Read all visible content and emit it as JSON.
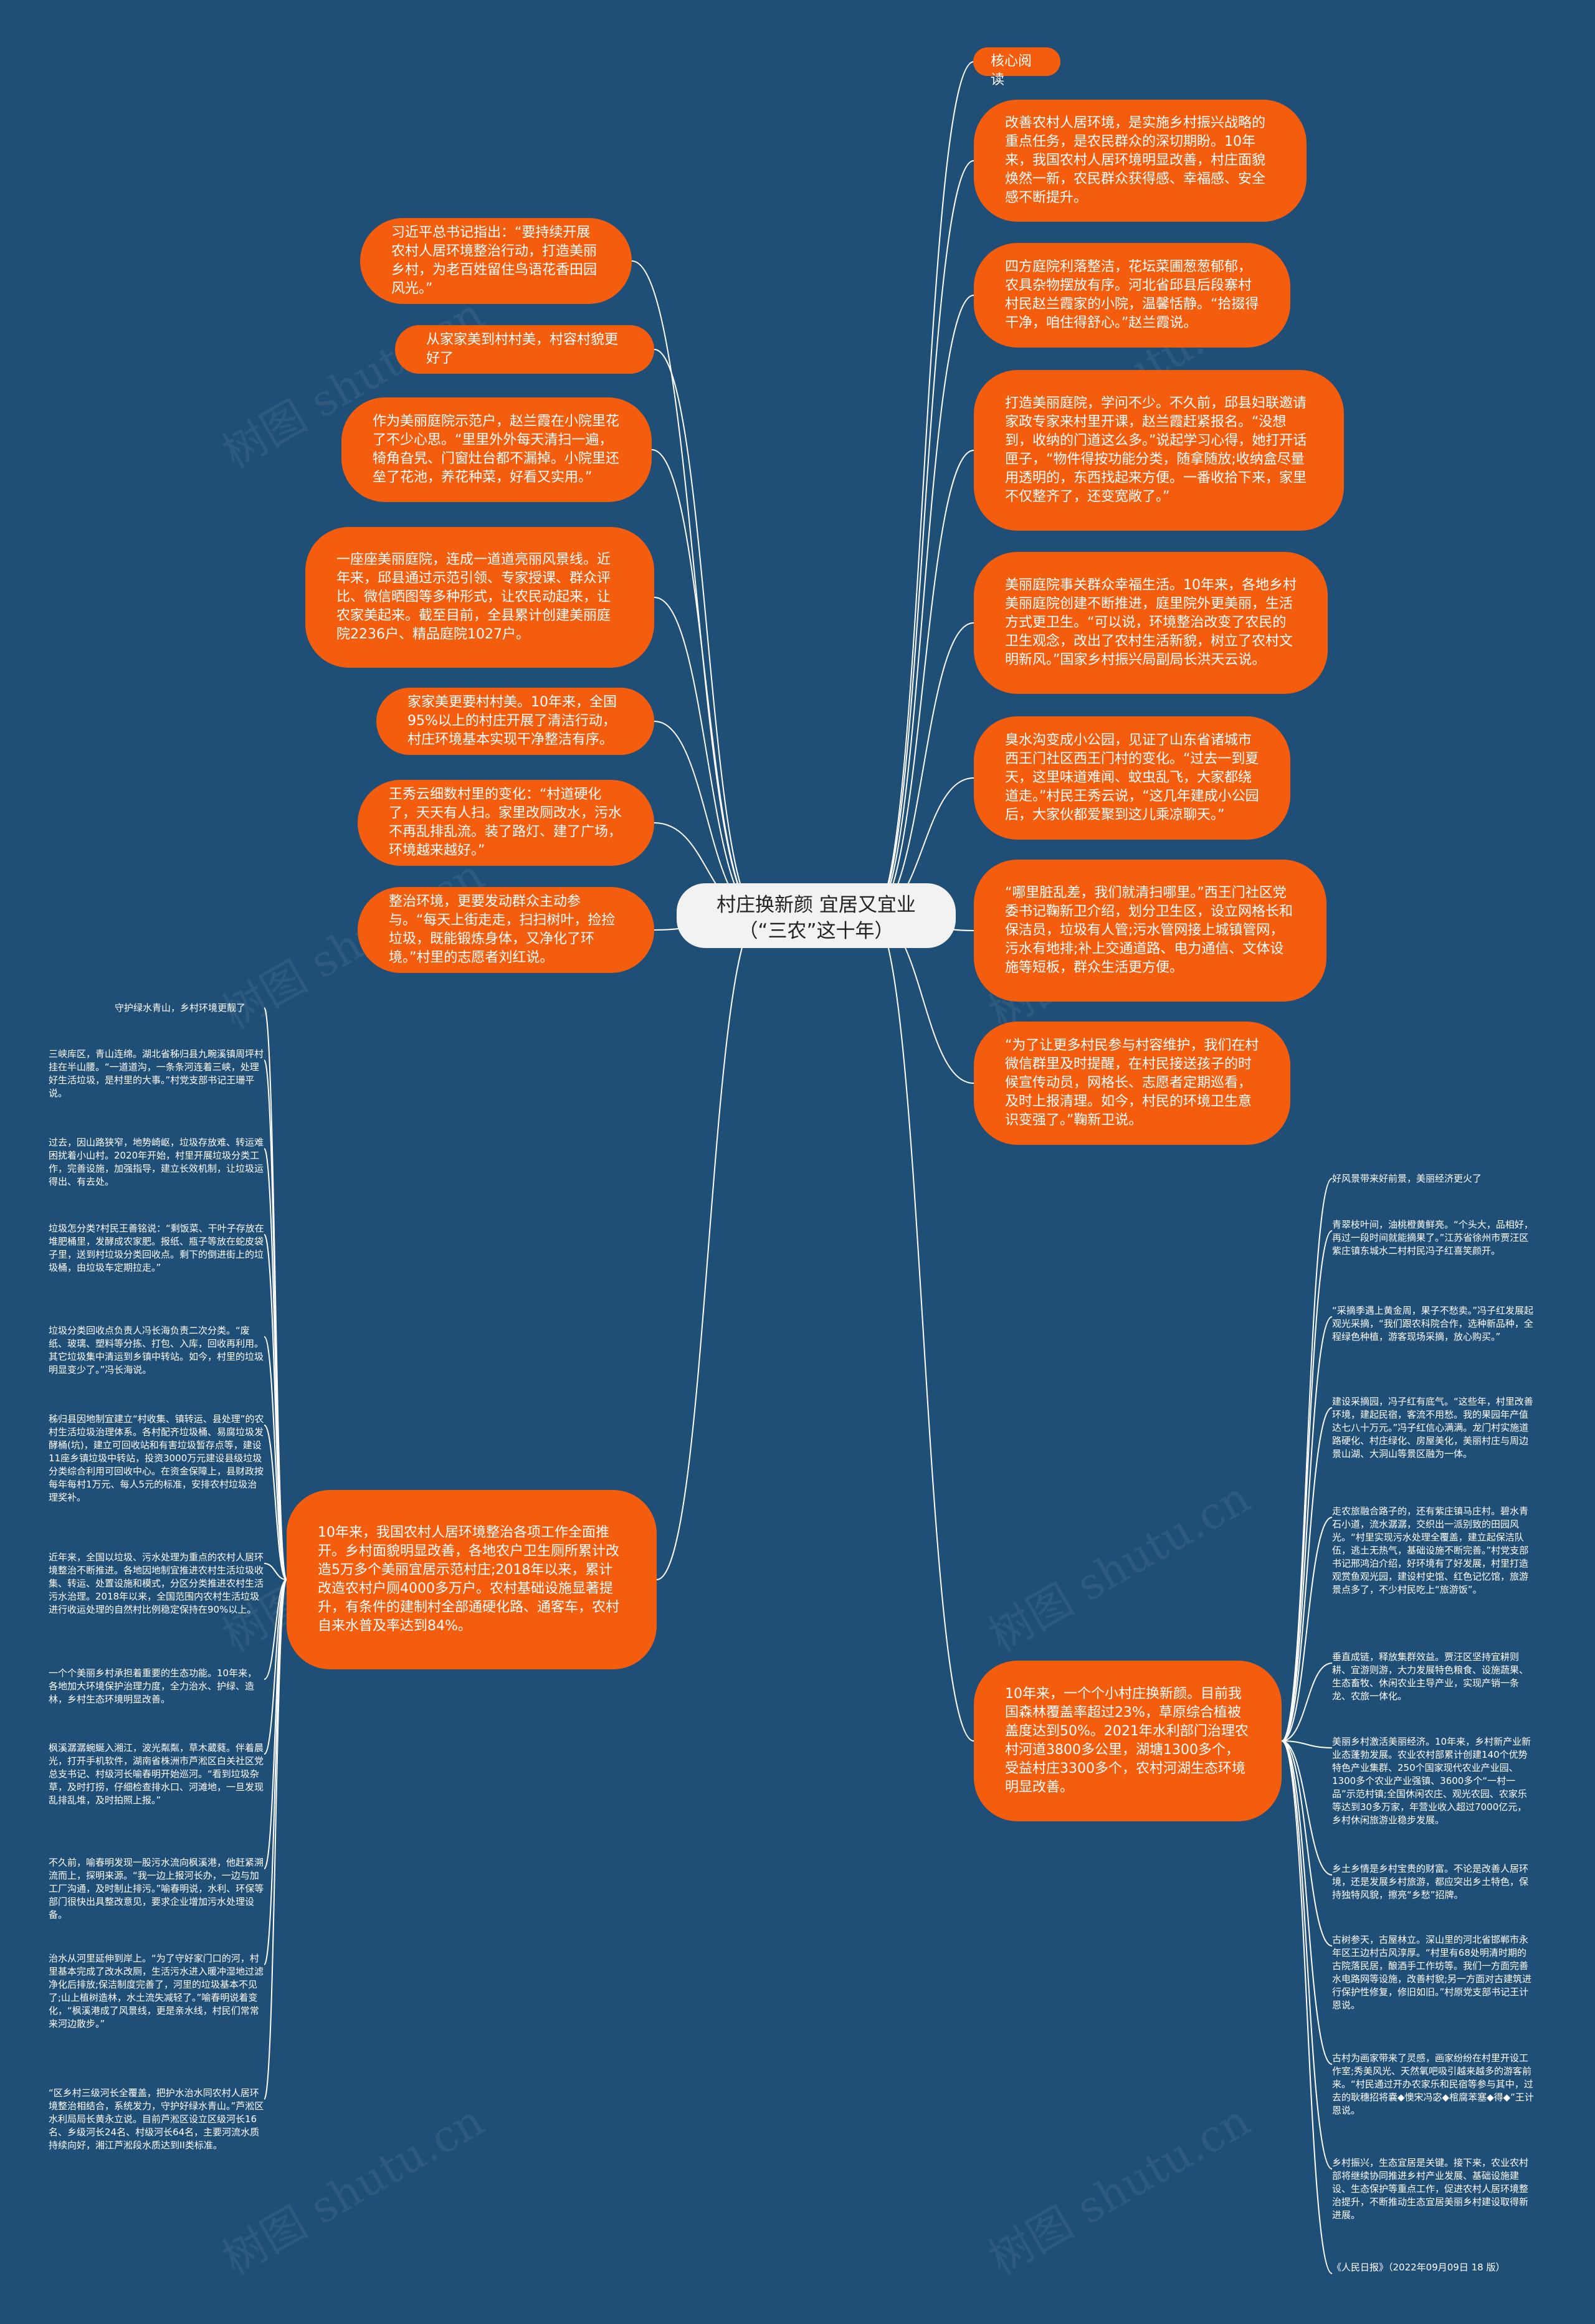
{
  "watermark_text": "树图 shutu.cn",
  "colors": {
    "background": "#1f4e76",
    "node": "#f55d0e",
    "center": "#f2f2f2",
    "link": "#ffffff"
  },
  "center": "村庄换新颜 宜居又宜业（“三农”这十年）",
  "right_top": [
    "核心阅读",
    "改善农村人居环境，是实施乡村振兴战略的重点任务，是农民群众的深切期盼。10年来，我国农村人居环境明显改善，村庄面貌焕然一新，农民群众获得感、幸福感、安全感不断提升。",
    "四方庭院利落整洁，花坛菜圃葱葱郁郁，农具杂物摆放有序。河北省邱县后段寨村村民赵兰霞家的小院，温馨恬静。“拾掇得干净，咱住得舒心。”赵兰霞说。",
    "打造美丽庭院，学问不少。不久前，邱县妇联邀请家政专家来村里开课，赵兰霞赶紧报名。“没想到，收纳的门道这么多。”说起学习心得，她打开话匣子，“物件得按功能分类，随拿随放;收纳盒尽量用透明的，东西找起来方便。一番收拾下来，家里不仅整齐了，还变宽敞了。”",
    "美丽庭院事关群众幸福生活。10年来，各地乡村美丽庭院创建不断推进，庭里院外更美丽，生活方式更卫生。“可以说，环境整治改变了农民的卫生观念，改出了农村生活新貌，树立了农村文明新风。”国家乡村振兴局副局长洪天云说。",
    "臭水沟变成小公园，见证了山东省诸城市西王门社区西王门村的变化。“过去一到夏天，这里味道难闻、蚊虫乱飞，大家都绕道走。”村民王秀云说，“这几年建成小公园后，大家伙都爱聚到这儿乘凉聊天。”",
    "“哪里脏乱差，我们就清扫哪里。”西王门社区党委书记鞠新卫介绍，划分卫生区，设立网格长和保洁员，垃圾有人管;污水管网接上城镇管网，污水有地排;补上交通道路、电力通信、文体设施等短板，群众生活更方便。",
    "“为了让更多村民参与村容维护，我们在村微信群里及时提醒，在村民接送孩子的时候宣传动员，网格长、志愿者定期巡看，及时上报清理。如今，村民的环境卫生意识变强了。”鞠新卫说。"
  ],
  "left_top": [
    "习近平总书记指出：“要持续开展农村人居环境整治行动，打造美丽乡村，为老百姓留住鸟语花香田园风光。”",
    "从家家美到村村美，村容村貌更好了",
    "作为美丽庭院示范户，赵兰霞在小院里花了不少心思。“里里外外每天清扫一遍，犄角旮旯、门窗灶台都不漏掉。小院里还垒了花池，养花种菜，好看又实用。”",
    "一座座美丽庭院，连成一道道亮丽风景线。近年来，邱县通过示范引领、专家授课、群众评比、微信晒图等多种形式，让农民动起来，让农家美起来。截至目前，全县累计创建美丽庭院2236户、精品庭院1027户。",
    "家家美更要村村美。10年来，全国95%以上的村庄开展了清洁行动，村庄环境基本实现干净整洁有序。",
    "王秀云细数村里的变化：“村道硬化了，天天有人扫。家里改厕改水，污水不再乱排乱流。装了路灯、建了广场，环境越来越好。”",
    "整治环境，更要发动群众主动参与。“每天上街走走，扫扫树叶，捡捡垃圾，既能锻炼身体，又净化了环境。”村里的志愿者刘红说。"
  ],
  "left_bottom": {
    "title": "守护绿水青山，乡村环境更靓了",
    "hub": "10年来，我国农村人居环境整治各项工作全面推开。乡村面貌明显改善，各地农户卫生厕所累计改造5万多个美丽宜居示范村庄;2018年以来，累计改造农村户厕4000多万户。农村基础设施显著提升，有条件的建制村全部通硬化路、通客车，农村自来水普及率达到84%。",
    "items": [
      "三峡库区，青山连绵。湖北省秭归县九畹溪镇周坪村挂在半山腰。“一道道沟，一条条河连着三峡，处理好生活垃圾，是村里的大事。”村党支部书记王珊平说。",
      "过去，因山路狭窄，地势崎岖，垃圾存放难、转运难困扰着小山村。2020年开始，村里开展垃圾分类工作，完善设施，加强指导，建立长效机制，让垃圾运得出、有去处。",
      "垃圾怎分类?村民王善铭说：“剩饭菜、干叶子存放在堆肥桶里，发酵成农家肥。报纸、瓶子等放在蛇皮袋子里，送到村垃圾分类回收点。剩下的倒进街上的垃圾桶，由垃圾车定期拉走。”",
      "垃圾分类回收点负责人冯长海负责二次分类。“废纸、玻璃、塑料等分拣、打包、入库，回收再利用。其它垃圾集中清运到乡镇中转站。如今，村里的垃圾明显变少了。”冯长海说。",
      "秭归县因地制宜建立“村收集、镇转运、县处理”的农村生活垃圾治理体系。各村配齐垃圾桶、易腐垃圾发酵桶(坑)，建立可回收站和有害垃圾暂存点等，建设11座乡镇垃圾中转站，投资3000万元建设县级垃圾分类综合利用可回收中心。在资金保障上，县财政按每年每村1万元、每人5元的标准，安排农村垃圾治理奖补。",
      "近年来，全国以垃圾、污水处理为重点的农村人居环境整治不断推进。各地因地制宜推进农村生活垃圾收集、转运、处置设施和模式，分区分类推进农村生活污水治理。2018年以来，全国范围内农村生活垃圾进行收运处理的自然村比例稳定保持在90%以上。",
      "一个个美丽乡村承担着重要的生态功能。10年来，各地加大环境保护治理力度，全力治水、护绿、造林，乡村生态环境明显改善。",
      "枫溪潺潺蜿蜒入湘江，波光粼粼，草木葳蕤。伴着晨光，打开手机软件，湖南省株洲市芦淞区白关社区党总支书记、村级河长喻春明开始巡河。“看到垃圾杂草，及时打捞，仔细检查排水口、河滩地，一旦发现乱排乱堆，及时拍照上报。”",
      "不久前，喻春明发现一股污水流向枫溪港，他赶紧溯流而上，探明来源。“我一边上报河长办，一边与加工厂沟通，及时制止排污。”喻春明说，水利、环保等部门很快出具整改意见，要求企业增加污水处理设备。",
      "治水从河里延伸到岸上。“为了守好家门口的河，村里基本完成了改水改厕，生活污水进入暖冲湿地过滤净化后排放;保洁制度完善了，河里的垃圾基本不见了;山上植树造林，水土流失减轻了。”喻春明说着变化，“枫溪港成了风景线，更是亲水线，村民们常常来河边散步。”",
      "“区乡村三级河长全覆盖，把护水治水同农村人居环境整治相结合，系统发力，守护好绿水青山。”芦淞区水利局局长黄永立说。目前芦淞区设立区级河长16名、乡级河长24名、村级河长64名，主要河流水质持续向好，湘江芦淞段水质达到II类标准。"
    ]
  },
  "right_bottom": {
    "title": "好风景带来好前景，美丽经济更火了",
    "hub": "10年来，一个个小村庄换新颜。目前我国森林覆盖率超过23%，草原综合植被盖度达到50%。2021年水利部门治理农村河道3800多公里，湖塘1300多个，受益村庄3300多个，农村河湖生态环境明显改善。",
    "items": [
      "青翠枝叶间，油桃橙黄鲜亮。“个头大，品相好，再过一段时间就能摘果了。”江苏省徐州市贾汪区紫庄镇东城水二村村民冯子红喜笑颜开。",
      "“采摘季遇上黄金周，果子不愁卖。”冯子红发展起观光采摘，“我们跟农科院合作，选种新品种，全程绿色种植，游客现场采摘，放心购买。”",
      "建设采摘园，冯子红有底气。“这些年，村里改善环境，建起民宿，客流不用愁。我的果园年产值达七八十万元。”冯子红信心满满。龙门村实施道路硬化、村庄绿化、房屋美化，美丽村庄与周边景山湖、大洞山等景区融为一体。",
      "走农旅融合路子的，还有紫庄镇马庄村。碧水青石小道，流水潺潺，交织出一派别致的田园风光。“村里实现污水处理全覆盖，建立起保洁队伍，逃土无热气，基础设施不断完善。”村党支部书记邢鸿泊介绍，好环境有了好发展，村里打造观赏鱼观光园，建设村史馆、红色记忆馆，旅游景点多了，不少村民吃上“旅游饭”。",
      "垂直成链，释放集群效益。贾汪区坚持宜耕则耕、宜游则游，大力发展特色粮食、设施蔬果、生态畜牧、休闲农业主导产业，实现产销一条龙、农旅一体化。",
      "美丽乡村激活美丽经济。10年来，乡村新产业新业态蓬勃发展。农业农村部累计创建140个优势特色产业集群、250个国家现代农业产业园、1300多个农业产业强镇、3600多个“一村一品”示范村镇;全国休闲农庄、观光农园、农家乐等达到30多万家，年营业收入超过7000亿元，乡村休闲旅游业稳步发展。",
      "乡土乡情是乡村宝贵的财富。不论是改善人居环境，还是发展乡村旅游，都应突出乡土特色，保持独特风貌，擦亮“乡愁”招牌。",
      "古树参天，古屋林立。深山里的河北省邯郸市永年区王边村古风淳厚。“村里有68处明清时期的古院落民居，酿酒手工作坊等。我们一方面完善水电路网等设施，改善村貌;另一方面对古建筑进行保护性修复，修旧如旧。”村原党支部书记王计恩说。",
      "古村为画家带来了灵感，画家纷纷在村里开设工作室;秀美风光、天然氧吧吸引越来越多的游客前来。“村民通过开办农家乐和民宿等参与其中，过去的耿穗招将嚢◆懊宋冯宓◆棺腐苯塞◆得◆”王计恩说。",
      "乡村振兴，生态宜居是关键。接下来，农业农村部将继续协同推进乡村产业发展、基础设施建设、生态保护等重点工作，促进农村人居环境整治提升，不断推动生态宜居美丽乡村建设取得新进展。",
      "《人民日报》（2022年09月09日 18 版）"
    ]
  }
}
